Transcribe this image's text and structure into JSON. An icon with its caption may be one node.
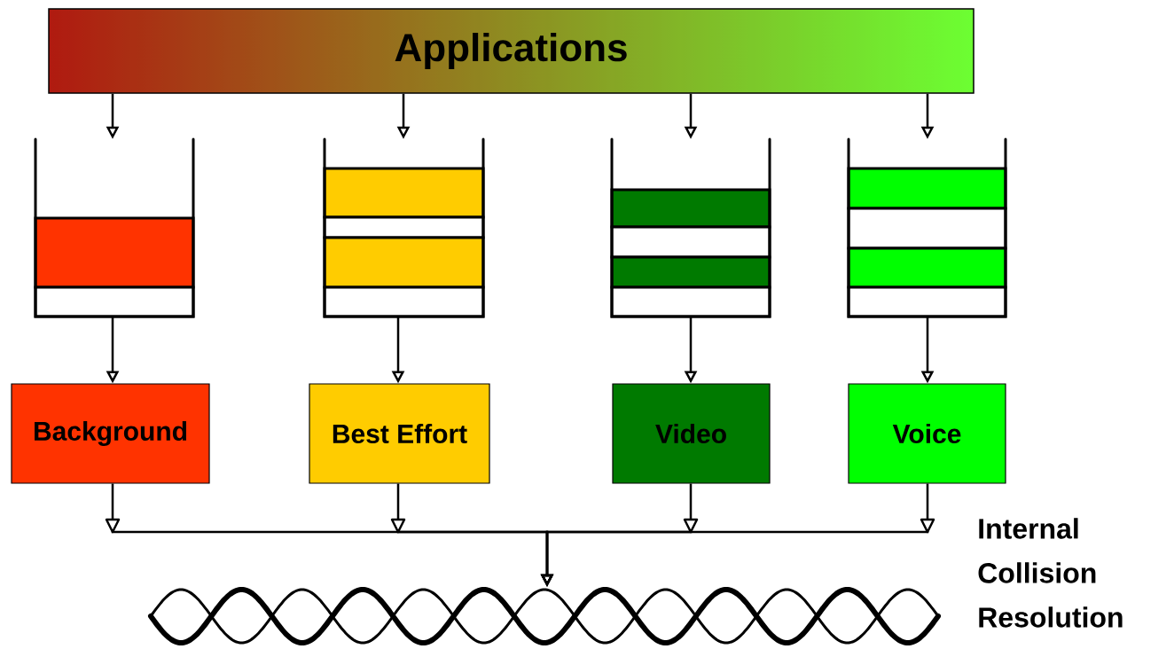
{
  "diagram": {
    "nodes": [
      {
        "text": [
          "Applications"
        ]
      },
      {
        "text": [],
        "shape": "box"
      },
      {
        "text": [],
        "shape": "box"
      },
      {
        "text": [],
        "shape": "box"
      },
      {
        "text": [],
        "shape": "box"
      },
      {
        "text": [
          "Background"
        ]
      },
      {
        "text": [
          "Best Effort"
        ]
      },
      {
        "text": [
          "Video"
        ]
      },
      {
        "text": [
          "Voice"
        ]
      },
      {
        "text": [],
        "shape": "wave",
        "beside": [
          "Internal Collision Resolution"
        ]
      }
    ],
    "edges": [
      {
        "from": 0,
        "to": 1,
        "arrow": "to"
      },
      {
        "from": 0,
        "to": 2,
        "arrow": "to"
      },
      {
        "from": 0,
        "to": 3,
        "arrow": "to"
      },
      {
        "from": 0,
        "to": 4,
        "arrow": "to"
      },
      {
        "from": 1,
        "to": 5,
        "arrow": "to"
      },
      {
        "from": 2,
        "to": 6,
        "arrow": "to"
      },
      {
        "from": 3,
        "to": 7,
        "arrow": "to"
      },
      {
        "from": 4,
        "to": 8,
        "arrow": "to"
      },
      {
        "from": 5,
        "to": 9,
        "arrow": "to"
      },
      {
        "from": 6,
        "to": 9,
        "arrow": "to"
      },
      {
        "from": 7,
        "to": 9,
        "arrow": "to"
      },
      {
        "from": 8,
        "to": 9,
        "arrow": "to"
      }
    ]
  }
}
